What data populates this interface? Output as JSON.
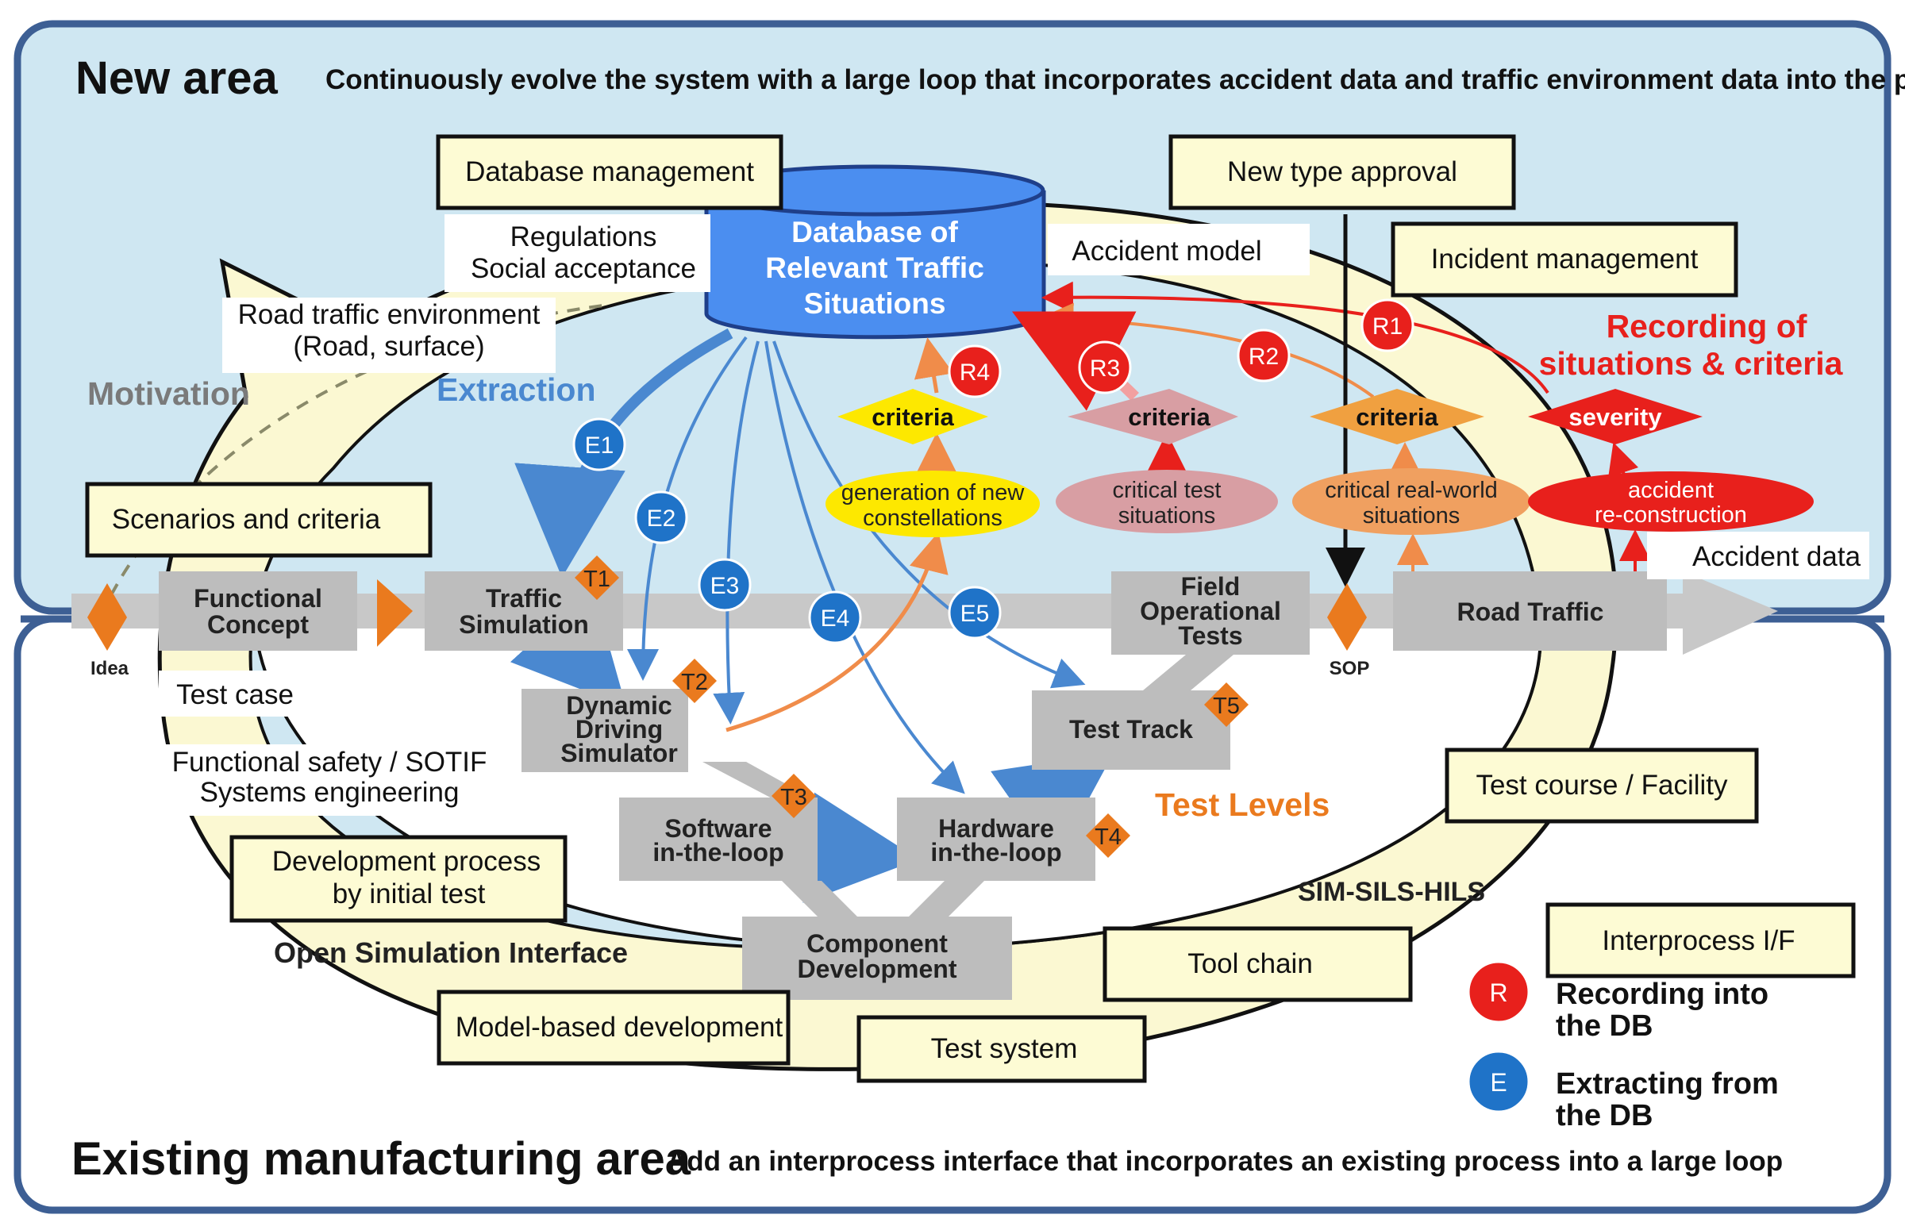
{
  "header": {
    "new_area_title": "New area",
    "new_area_desc": "Continuously evolve the system with a large loop that incorporates accident data and traffic environment data into the process",
    "existing_title": "Existing manufacturing area",
    "existing_desc": "Add an interprocess interface that incorporates an existing process into a large loop"
  },
  "database": {
    "line1": "Database of",
    "line2": "Relevant Traffic",
    "line3": "Situations"
  },
  "yellow_boxes": {
    "database_management": "Database management",
    "new_type_approval": "New type approval",
    "incident_management": "Incident management",
    "scenarios_criteria": "Scenarios and criteria",
    "test_course": "Test course / Facility",
    "dev_process_1": "Development process",
    "dev_process_2": "by initial test",
    "interprocess": "Interprocess I/F",
    "tool_chain": "Tool chain",
    "model_based": "Model-based development",
    "test_system": "Test system"
  },
  "white_labels": {
    "regulations": "Regulations",
    "social": "Social acceptance",
    "accident_model": "Accident model",
    "road_env_1": "Road traffic environment",
    "road_env_2": "(Road, surface)",
    "accident_data": "Accident data",
    "test_case": "Test case",
    "safety_1": "Functional safety / SOTIF",
    "safety_2": "Systems engineering"
  },
  "section_labels": {
    "motivation": "Motivation",
    "extraction": "Extraction",
    "recording_1": "Recording of",
    "recording_2": "situations & criteria",
    "test_levels": "Test Levels",
    "sim_sils_hils": "SIM-SILS-HILS",
    "osi": "Open Simulation Interface"
  },
  "process_boxes": {
    "functional_1": "Functional",
    "functional_2": "Concept",
    "traffic_1": "Traffic",
    "traffic_2": "Simulation",
    "field_1": "Field",
    "field_2": "Operational",
    "field_3": "Tests",
    "road_traffic": "Road Traffic",
    "dds_1": "Dynamic",
    "dds_2": "Driving",
    "dds_3": "Simulator",
    "test_track": "Test Track",
    "sil_1": "Software",
    "sil_2": "in-the-loop",
    "hil_1": "Hardware",
    "hil_2": "in-the-loop",
    "comp_1": "Component",
    "comp_2": "Development"
  },
  "milestones": {
    "idea": "Idea",
    "sop": "SOP"
  },
  "criteria_labels": {
    "criteria": "criteria",
    "severity": "severity"
  },
  "ellipses": {
    "gen_1": "generation of new",
    "gen_2": "constellations",
    "crit_test_1": "critical test",
    "crit_test_2": "situations",
    "crit_real_1": "critical real-world",
    "crit_real_2": "situations",
    "acc_rec_1": "accident",
    "acc_rec_2": "re-construction"
  },
  "markers": {
    "R1": "R1",
    "R2": "R2",
    "R3": "R3",
    "R4": "R4",
    "E1": "E1",
    "E2": "E2",
    "E3": "E3",
    "E4": "E4",
    "E5": "E5",
    "T1": "T1",
    "T2": "T2",
    "T3": "T3",
    "T4": "T4",
    "T5": "T5"
  },
  "legend": {
    "r_symbol": "R",
    "r_line1": "Recording into",
    "r_line2": "the DB",
    "e_symbol": "E",
    "e_line1": "Extracting from",
    "e_line2": "the DB"
  },
  "colors": {
    "new_area_bg": "#cfe7f2",
    "frame": "#3d5f94",
    "loop_fill": "#fbf8d2",
    "db_blue": "#4b8ef0",
    "record_red": "#e8201c",
    "extract_blue": "#1f73c8",
    "orange": "#e88a1a"
  }
}
